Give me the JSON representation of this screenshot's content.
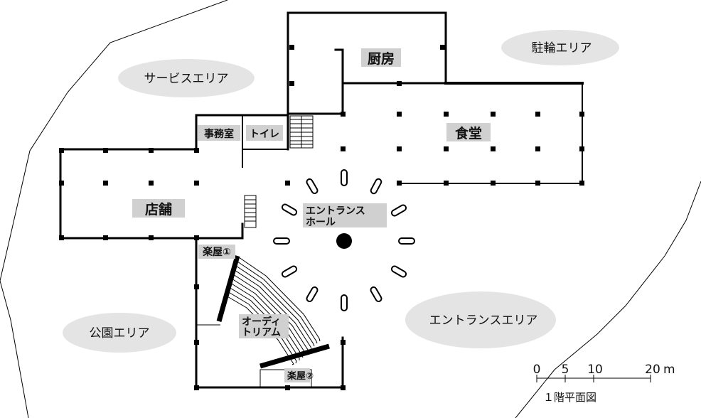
{
  "areas": {
    "service": "サービスエリア",
    "bicycle": "駐輪エリア",
    "park": "公園エリア",
    "entrance": "エントランスエリア"
  },
  "rooms": {
    "kitchen": "厨房",
    "dining": "食堂",
    "office": "事務室",
    "toilet": "トイレ",
    "shop": "店舗",
    "hall_line1": "エントランス",
    "hall_line2": "ホール",
    "green_room_1": "楽屋①",
    "green_room_2": "楽屋②",
    "auditorium_line1": "オーディ",
    "auditorium_line2": "トリアム"
  },
  "scale_bar": {
    "ticks": [
      "0",
      "5",
      "10",
      "20"
    ],
    "unit": "m"
  },
  "caption": "１階平面図",
  "colors": {
    "label_bg": "#d0d0d0",
    "area_bg": "#e4e4e4",
    "wall": "#000000"
  }
}
